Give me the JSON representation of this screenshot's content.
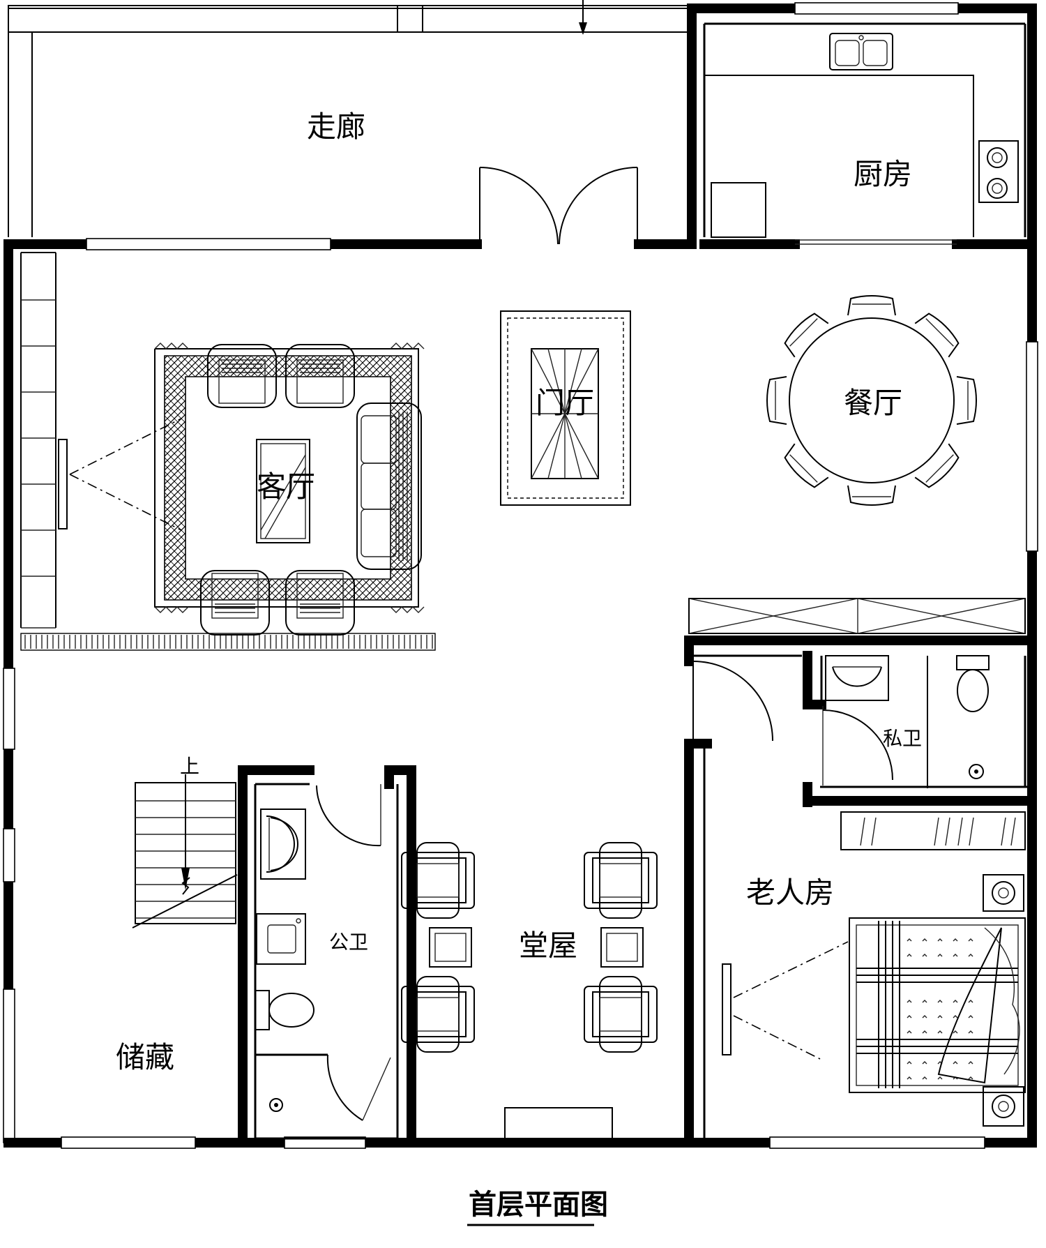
{
  "drawing": {
    "title": "首层平面图"
  },
  "rooms": {
    "corridor": "走廊",
    "kitchen": "厨房",
    "living": "客厅",
    "foyer": "门厅",
    "dining": "餐厅",
    "private_bath": "私卫",
    "elderly_room": "老人房",
    "public_bath": "公卫",
    "main_hall": "堂屋",
    "storage": "储藏",
    "stair_up": "上"
  }
}
